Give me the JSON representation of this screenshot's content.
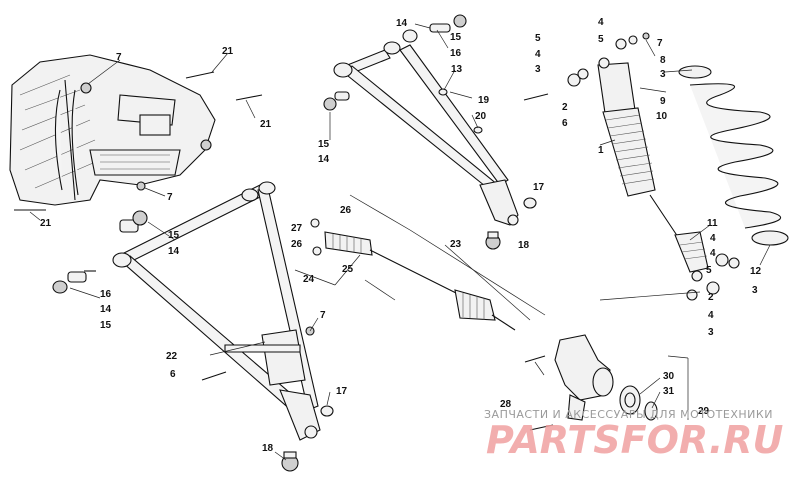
{
  "watermark": {
    "line": "ЗАПЧАСТИ И АКСЕССУАРЫ ДЛЯ МОТОТЕХНИКИ",
    "logo": "PARTSFOR.RU"
  },
  "callouts": {
    "c1": "1",
    "c2a": "2",
    "c2b": "2",
    "c3a": "3",
    "c3b": "3",
    "c3c": "3",
    "c3d": "3",
    "c4a": "4",
    "c4b": "4",
    "c4c": "4",
    "c4d": "4",
    "c4e": "4",
    "c5a": "5",
    "c5b": "5",
    "c5c": "5",
    "c6a": "6",
    "c6b": "6",
    "c7a": "7",
    "c7b": "7",
    "c7c": "7",
    "c7d": "7",
    "c8": "8",
    "c9": "9",
    "c10": "10",
    "c11": "11",
    "c12": "12",
    "c13": "13",
    "c14a": "14",
    "c14b": "14",
    "c14c": "14",
    "c14d": "14",
    "c15a": "15",
    "c15b": "15",
    "c15c": "15",
    "c15d": "15",
    "c16a": "16",
    "c16b": "16",
    "c17a": "17",
    "c17b": "17",
    "c18a": "18",
    "c18b": "18",
    "c19": "19",
    "c20": "20",
    "c21a": "21",
    "c21b": "21",
    "c21c": "21",
    "c22": "22",
    "c23": "23",
    "c24": "24",
    "c25": "25",
    "c26a": "26",
    "c26b": "26",
    "c27": "27",
    "c28": "28",
    "c29": "29",
    "c30": "30",
    "c31": "31"
  }
}
